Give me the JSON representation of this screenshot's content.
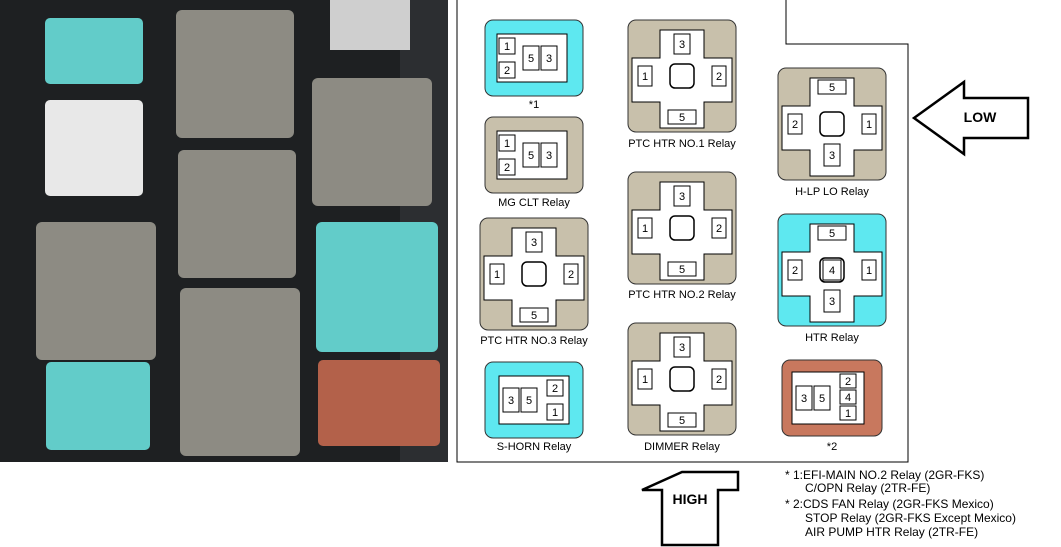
{
  "colors": {
    "tan": "#c8c0ab",
    "cyan": "#5ee8f0",
    "brown": "#c8785e",
    "photo_bg": "#1e2022",
    "photo_gray": "#8d8b83",
    "photo_cyan": "#62ccc9",
    "photo_brown": "#b3614a"
  },
  "direction_labels": {
    "low": "LOW",
    "high": "HIGH"
  },
  "relays": [
    {
      "id": "efi-main-no2",
      "label": "*1",
      "color": "cyan",
      "pins": [
        "1",
        "2",
        "5",
        "3"
      ]
    },
    {
      "id": "mg-clt",
      "label": "MG CLT Relay",
      "color": "tan",
      "pins": [
        "1",
        "2",
        "5",
        "3"
      ]
    },
    {
      "id": "ptc-htr-no3",
      "label": "PTC HTR NO.3 Relay",
      "color": "tan",
      "pins": [
        "3",
        "1",
        "2",
        "5"
      ]
    },
    {
      "id": "s-horn",
      "label": "S-HORN Relay",
      "color": "cyan",
      "pins": [
        "3",
        "5",
        "2",
        "1"
      ]
    },
    {
      "id": "ptc-htr-no1",
      "label": "PTC HTR NO.1 Relay",
      "color": "tan",
      "pins": [
        "3",
        "1",
        "2",
        "5"
      ]
    },
    {
      "id": "ptc-htr-no2",
      "label": "PTC HTR NO.2 Relay",
      "color": "tan",
      "pins": [
        "3",
        "1",
        "2",
        "5"
      ]
    },
    {
      "id": "dimmer",
      "label": "DIMMER Relay",
      "color": "tan",
      "pins": [
        "3",
        "1",
        "2",
        "5"
      ]
    },
    {
      "id": "h-lp-lo",
      "label": "H-LP LO Relay",
      "color": "tan",
      "pins": [
        "5",
        "2",
        "1",
        "3"
      ]
    },
    {
      "id": "htr",
      "label": "HTR Relay",
      "color": "cyan",
      "pins": [
        "5",
        "2",
        "4",
        "1",
        "3"
      ]
    },
    {
      "id": "cds-fan",
      "label": "*2",
      "color": "brown",
      "pins": [
        "3",
        "5",
        "2",
        "4",
        "1"
      ]
    }
  ],
  "notes": {
    "n1_line1": "* 1:EFI-MAIN NO.2 Relay (2GR-FKS)",
    "n1_line2": "C/OPN Relay (2TR-FE)",
    "n2_line1": "* 2:CDS FAN Relay (2GR-FKS Mexico)",
    "n2_line2": "STOP Relay (2GR-FKS Except Mexico)",
    "n2_line3": "AIR PUMP HTR Relay (2TR-FE)"
  }
}
